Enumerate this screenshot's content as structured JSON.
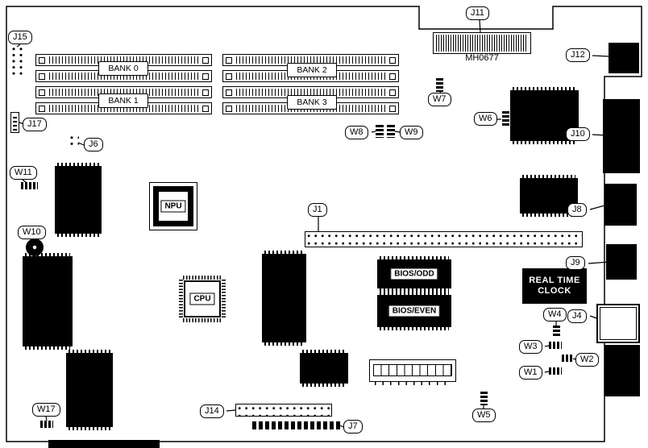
{
  "diagram": {
    "type": "motherboard-layout",
    "callouts": {
      "j1": "J1",
      "j4": "J4",
      "j6": "J6",
      "j7": "J7",
      "j8": "J8",
      "j9": "J9",
      "j10": "J10",
      "j11": "J11",
      "j12": "J12",
      "j14": "J14",
      "j15": "J15",
      "j17": "J17",
      "w1": "W1",
      "w2": "W2",
      "w3": "W3",
      "w4": "W4",
      "w5": "W5",
      "w6": "W6",
      "w7": "W7",
      "w8": "W8",
      "w9": "W9",
      "w10": "W10",
      "w11": "W11",
      "w17": "W17"
    },
    "memory_banks": [
      "BANK 0",
      "BANK 1",
      "BANK 2",
      "BANK 3"
    ],
    "chips": {
      "npu": "NPU",
      "cpu": "CPU",
      "bios_odd": "BIOS/ODD",
      "bios_even": "BIOS/EVEN",
      "rtc_line1": "REAL TIME",
      "rtc_line2": "CLOCK"
    },
    "labels": {
      "mh0677": "MH0677"
    },
    "colors": {
      "line": "#000000",
      "chip": "#000000",
      "background": "#ffffff"
    }
  }
}
